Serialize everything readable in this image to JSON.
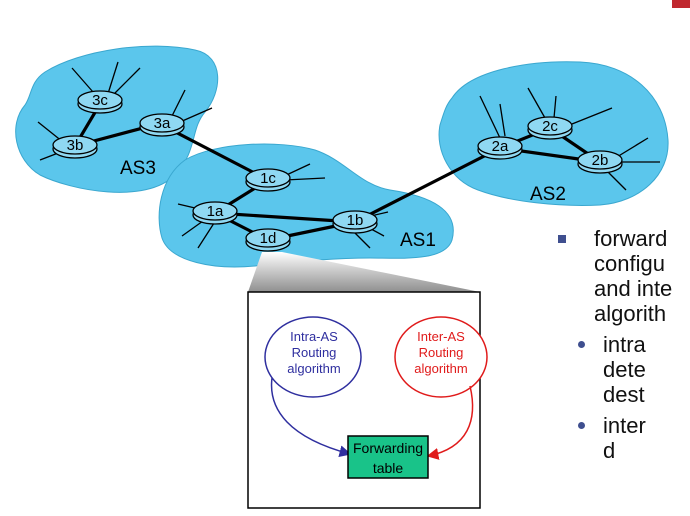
{
  "as_labels": {
    "as1": "AS1",
    "as2": "AS2",
    "as3": "AS3"
  },
  "routers": {
    "r3a": "3a",
    "r3b": "3b",
    "r3c": "3c",
    "r1a": "1a",
    "r1b": "1b",
    "r1c": "1c",
    "r1d": "1d",
    "r2a": "2a",
    "r2b": "2b",
    "r2c": "2c"
  },
  "inset": {
    "intra": [
      "Intra-AS",
      "Routing",
      "algorithm"
    ],
    "inter": [
      "Inter-AS",
      "Routing",
      "algorithm"
    ],
    "table": [
      "Forwarding",
      "table"
    ]
  },
  "bullets": {
    "main": [
      "forward",
      "configu",
      "and inte",
      "algorith"
    ],
    "sub1": [
      "intra",
      "dete",
      "dest"
    ],
    "sub2": [
      "inter",
      "d"
    ]
  },
  "colors": {
    "cloud": "#5bc6ec",
    "router": "#8fd8f2",
    "intra": "#2f2f9f",
    "inter": "#e01b1b",
    "table": "#19c389",
    "bullet": "#3f4f8f",
    "accent": "#c0282f"
  }
}
